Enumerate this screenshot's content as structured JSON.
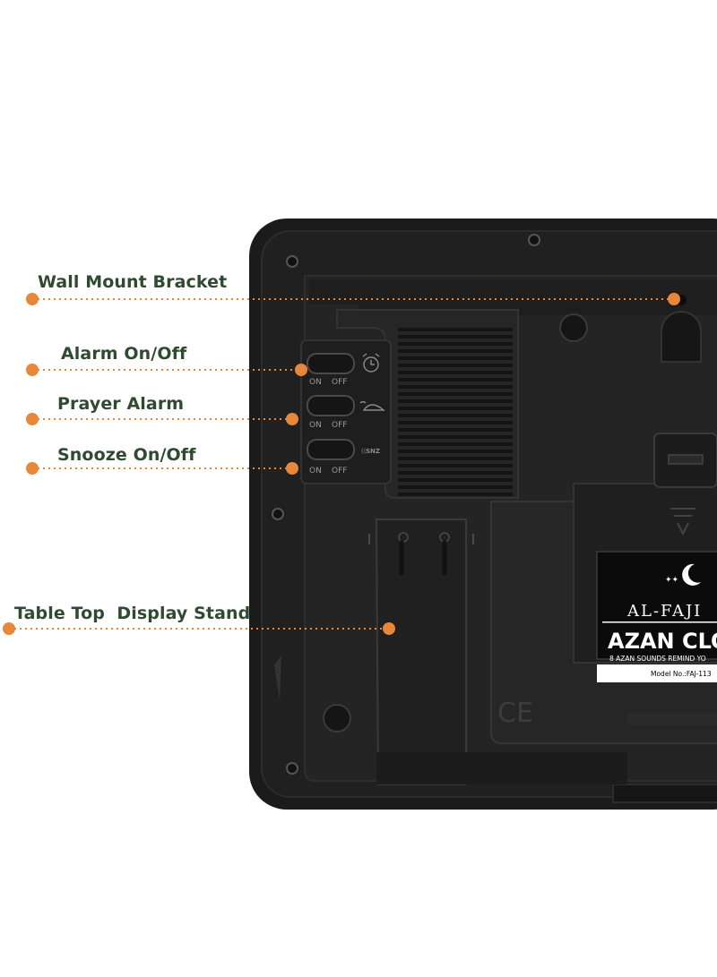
{
  "colors": {
    "callout_text": "#2f4a30",
    "dot": "#e8873a",
    "leader": "#e8873a",
    "housing": "#1b1b1b",
    "housing_inner": "#232323",
    "label_bg": "#0b0b0b"
  },
  "callouts": [
    {
      "id": "wall-mount-bracket",
      "text": "Wall Mount Bracket"
    },
    {
      "id": "alarm-on-off",
      "text": "Alarm On/Off"
    },
    {
      "id": "prayer-alarm",
      "text": "Prayer Alarm"
    },
    {
      "id": "snooze-on-off",
      "text": "Snooze On/Off"
    },
    {
      "id": "table-top-display-stand",
      "text": "Table Top  Display Stand"
    }
  ],
  "switches": [
    {
      "on": "ON",
      "off": "OFF",
      "icon": "alarm-clock-icon"
    },
    {
      "on": "ON",
      "off": "OFF",
      "icon": "prayer-icon"
    },
    {
      "on": "ON",
      "off": "OFF",
      "icon": "snooze-icon",
      "icon_text": "SNZ"
    }
  ],
  "product_label": {
    "brand": "AL-FAJI",
    "title": "AZAN CLO",
    "tagline": "8 AZAN SOUNDS REMIND YO",
    "model": "Model No.:FAJ-113",
    "logo_icon": "crescent-stars-icon"
  },
  "ce_mark": "CE"
}
